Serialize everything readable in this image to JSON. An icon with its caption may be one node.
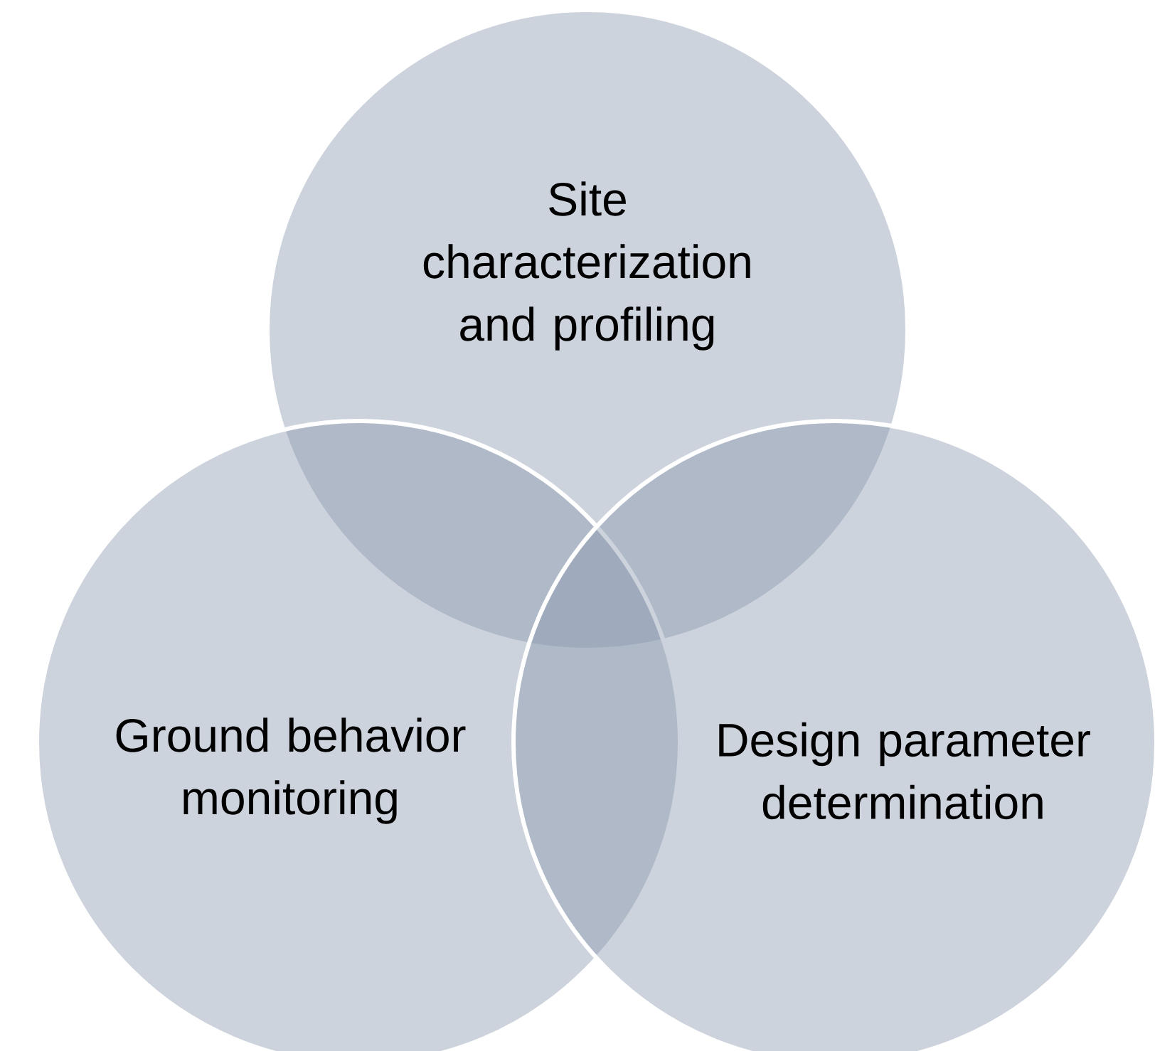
{
  "diagram": {
    "nodes": [
      {
        "text": [
          "Site characterization and profiling"
        ]
      },
      {
        "text": [
          "Ground behavior monitoring"
        ]
      },
      {
        "text": [
          "Design parameter determination"
        ]
      }
    ]
  }
}
